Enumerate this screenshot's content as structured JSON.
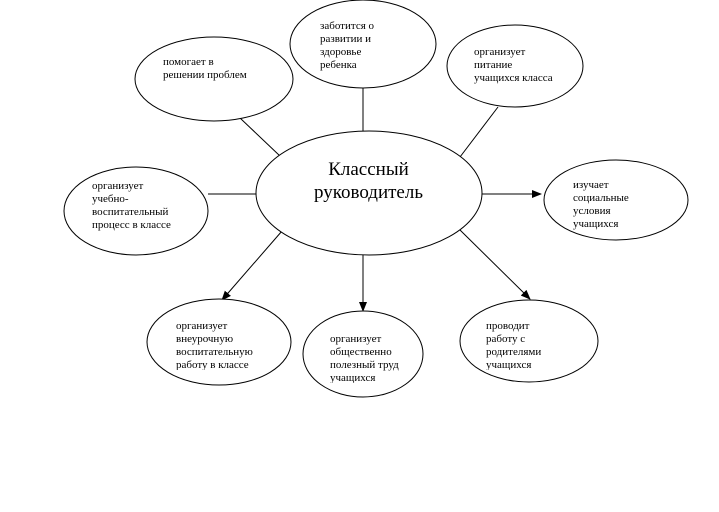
{
  "center": "Классный\nруководитель",
  "nodes": {
    "n1": "помогает в\nрешении проблем",
    "n2": "заботится о\nразвитии и\nздоровье\nребенка",
    "n3": "организует\nпитание\nучащихся класса",
    "n4": "организует\nучебно-\nвоспитательный\nпроцесс в классе",
    "n5": "изучает\nсоциальные\nусловия\nучащихся",
    "n6": "организует\nвнеурочную\nвоспитательную\nработу в классе",
    "n7": "организует\nобщественно\nполезный труд\nучащихся",
    "n8": "проводит\nработу с\nродителями\nучащихся"
  }
}
